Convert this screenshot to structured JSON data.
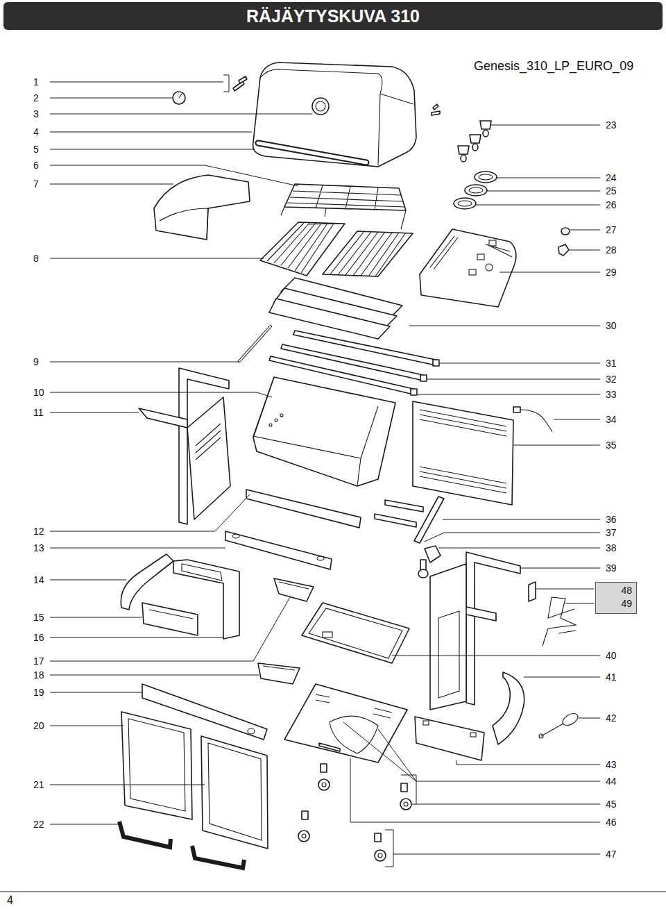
{
  "diagram": {
    "title": "RÄJÄYTYSKUVA 310",
    "nodes": [
      {
        "text": [
          "48",
          "49"
        ]
      }
    ],
    "labels": [
      "Genesis_310_LP_EURO_09",
      "1",
      "2",
      "3",
      "4",
      "5",
      "6",
      "7",
      "8",
      "9",
      "10",
      "11",
      "12",
      "13",
      "14",
      "15",
      "16",
      "17",
      "18",
      "19",
      "20",
      "21",
      "22",
      "23",
      "24",
      "25",
      "26",
      "27",
      "28",
      "29",
      "30",
      "31",
      "32",
      "33",
      "34",
      "35",
      "36",
      "37",
      "38",
      "39",
      "40",
      "41",
      "42",
      "43",
      "44",
      "45",
      "46",
      "47",
      "4"
    ]
  }
}
